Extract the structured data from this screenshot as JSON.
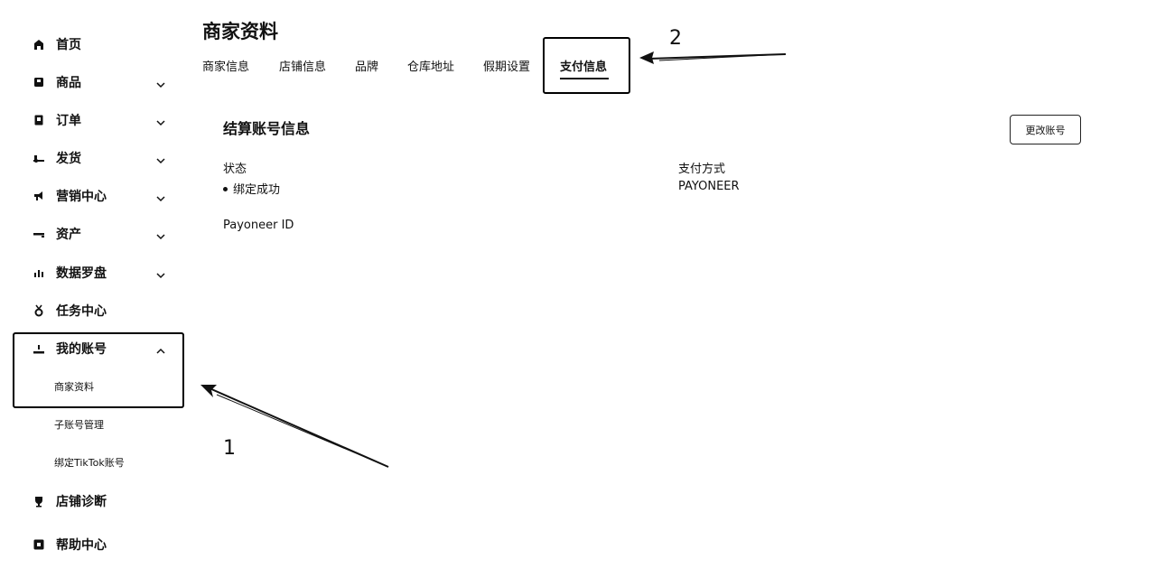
{
  "sidebar": {
    "items": [
      {
        "label": "首页",
        "icon": "home-icon"
      },
      {
        "label": "商品",
        "icon": "product-icon"
      },
      {
        "label": "订单",
        "icon": "order-icon"
      },
      {
        "label": "发货",
        "icon": "shipping-icon"
      },
      {
        "label": "营销中心",
        "icon": "marketing-icon"
      },
      {
        "label": "资产",
        "icon": "wallet-icon"
      },
      {
        "label": "数据罗盘",
        "icon": "chart-icon"
      },
      {
        "label": "任务中心",
        "icon": "medal-icon"
      },
      {
        "label": "我的账号",
        "icon": "account-icon"
      },
      {
        "label": "店铺诊断",
        "icon": "trophy-icon"
      },
      {
        "label": "帮助中心",
        "icon": "help-icon"
      }
    ],
    "account_sub_items": [
      {
        "label": "商家资料"
      },
      {
        "label": "子账号管理"
      },
      {
        "label": "绑定TikTok账号"
      }
    ]
  },
  "main": {
    "title": "商家资料",
    "tabs": [
      {
        "label": "商家信息"
      },
      {
        "label": "店铺信息"
      },
      {
        "label": "品牌"
      },
      {
        "label": "仓库地址"
      },
      {
        "label": "假期设置"
      },
      {
        "label": "支付信息"
      }
    ],
    "active_tab": "支付信息",
    "section_title": "结算账号信息",
    "change_button": "更改账号",
    "fields": {
      "status_label": "状态",
      "status_value": "绑定成功",
      "payment_label": "支付方式",
      "payment_value": "PAYONEER",
      "payoneer_id_label": "Payoneer ID"
    }
  },
  "annotations": {
    "num1": "1",
    "num2": "2"
  }
}
